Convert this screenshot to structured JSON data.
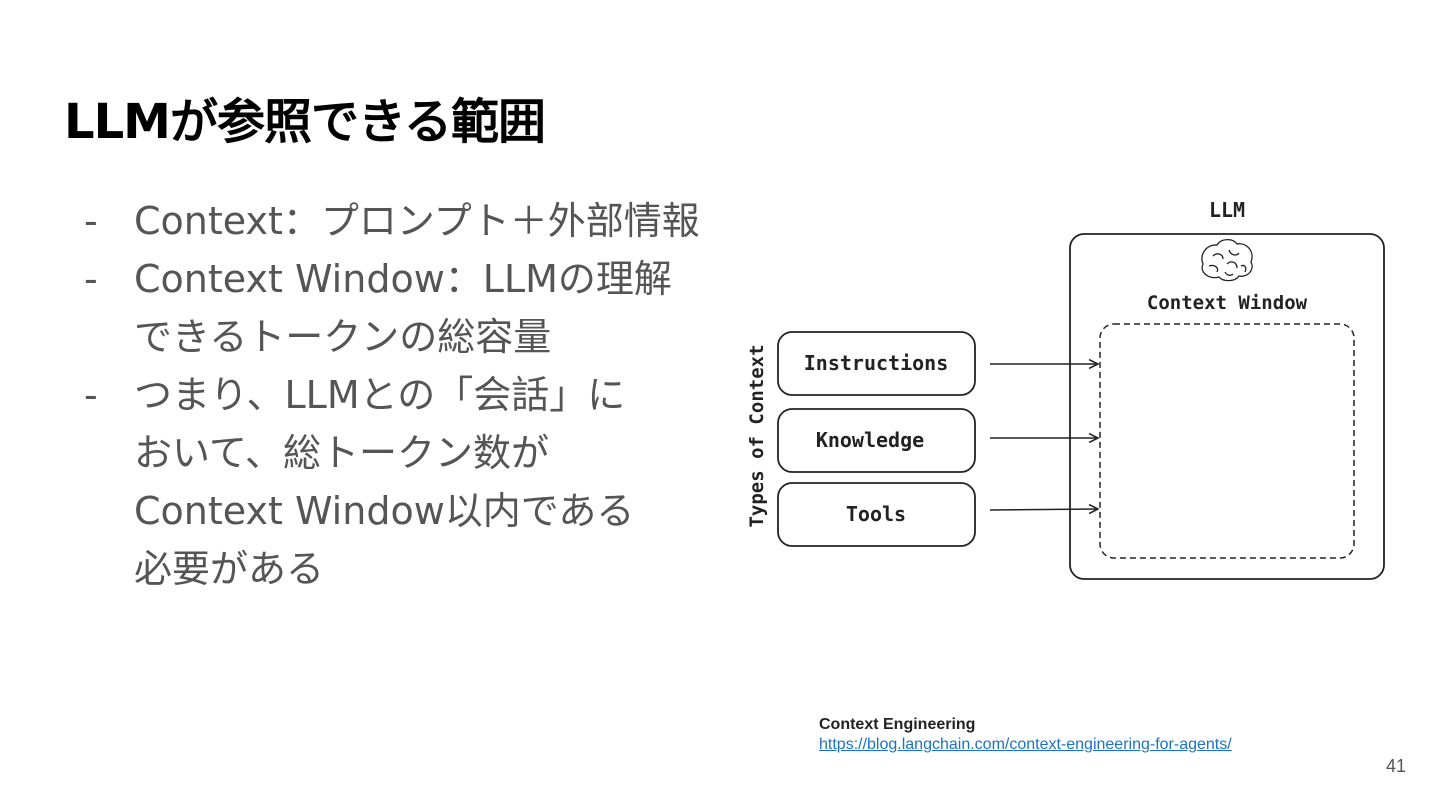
{
  "title": "LLMが参照できる範囲",
  "bullets": [
    {
      "marker": "-",
      "lines": [
        "Context：プロンプト＋外部情報"
      ]
    },
    {
      "marker": "-",
      "lines": [
        "Context Window：LLMの理解",
        "できるトークンの総容量"
      ]
    },
    {
      "marker": "-",
      "lines": [
        "つまり、LLMとの「会話」に",
        "おいて、総トークン数が",
        "Context Window以内である",
        "必要がある"
      ]
    }
  ],
  "diagram": {
    "llm_label": "LLM",
    "context_window_label": "Context Window",
    "axis_label": "Types of Context",
    "boxes": [
      "Instructions",
      "Knowledge",
      "Tools"
    ],
    "icon": "brain-icon"
  },
  "reference": {
    "title": "Context Engineering",
    "url": "https://blog.langchain.com/context-engineering-for-agents/"
  },
  "page_number": "41"
}
